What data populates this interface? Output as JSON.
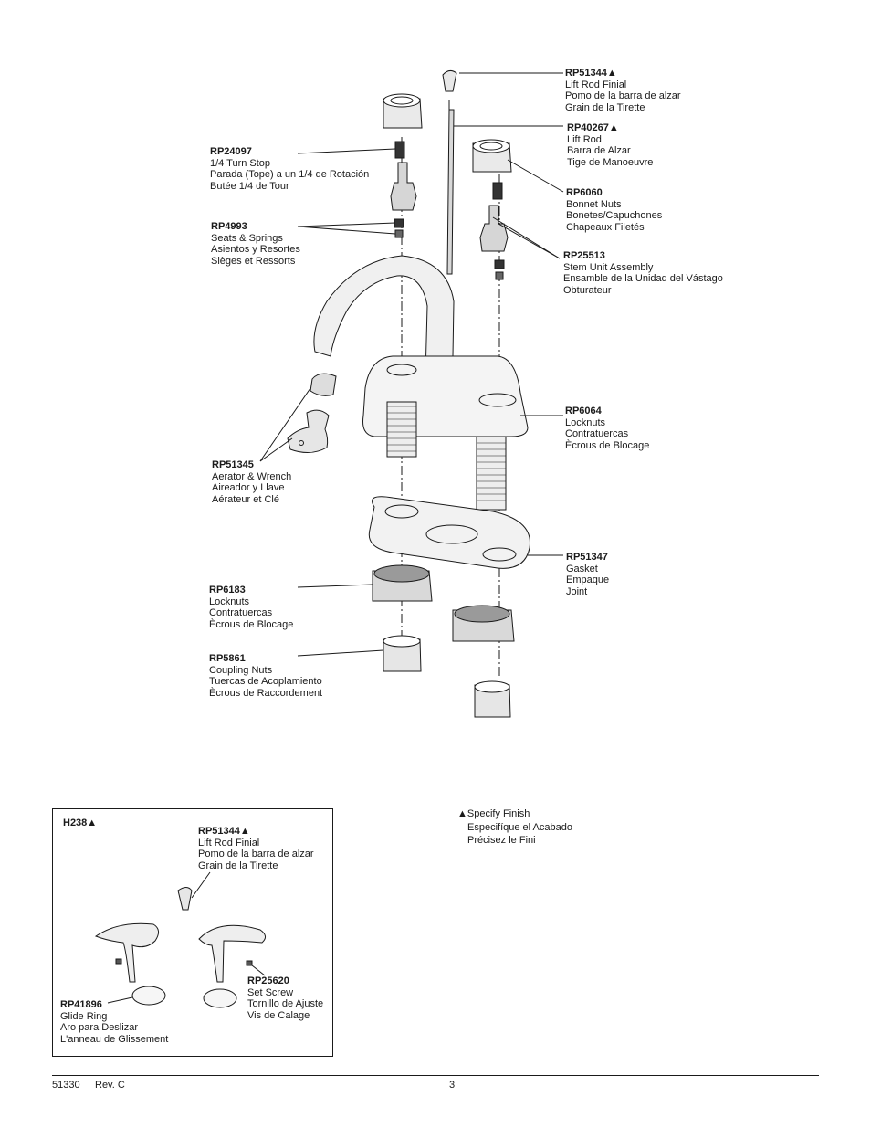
{
  "parts": {
    "rp51344": {
      "part_no": "RP51344▲",
      "en": "Lift Rod Finial",
      "es": "Pomo de la barra de alzar",
      "fr": "Grain de la Tirette"
    },
    "rp40267": {
      "part_no": "RP40267▲",
      "en": "Lift Rod",
      "es": "Barra de Alzar",
      "fr": "Tige de Manoeuvre"
    },
    "rp6060": {
      "part_no": "RP6060",
      "en": "Bonnet Nuts",
      "es": "Bonetes/Capuchones",
      "fr": "Chapeaux Filetés"
    },
    "rp25513": {
      "part_no": "RP25513",
      "en": "Stem Unit Assembly",
      "es": "Ensamble de la Unidad del Vástago",
      "fr": "Obturateur"
    },
    "rp24097": {
      "part_no": "RP24097",
      "en": "1/4 Turn Stop",
      "es": "Parada (Tope) a un 1/4 de Rotación",
      "fr": "Butée 1/4 de Tour"
    },
    "rp4993": {
      "part_no": "RP4993",
      "en": "Seats & Springs",
      "es": "Asientos y Resortes",
      "fr": "Sièges et Ressorts"
    },
    "rp6064": {
      "part_no": "RP6064",
      "en": "Locknuts",
      "es": "Contratuercas",
      "fr": "Ècrous de Blocage"
    },
    "rp51345": {
      "part_no": "RP51345",
      "en": "Aerator & Wrench",
      "es": "Aireador y Llave",
      "fr": "Aérateur et Clé"
    },
    "rp51347": {
      "part_no": "RP51347",
      "en": "Gasket",
      "es": "Empaque",
      "fr": "Joint"
    },
    "rp6183": {
      "part_no": "RP6183",
      "en": "Locknuts",
      "es": "Contratuercas",
      "fr": "Ècrous de Blocage"
    },
    "rp5861": {
      "part_no": "RP5861",
      "en": "Coupling Nuts",
      "es": "Tuercas de Acoplamiento",
      "fr": "Ècrous de Raccordement"
    }
  },
  "inset": {
    "title": "H238▲",
    "rp51344": {
      "part_no": "RP51344▲",
      "en": "Lift Rod Finial",
      "es": "Pomo de la barra de alzar",
      "fr": "Grain de la Tirette"
    },
    "rp25620": {
      "part_no": "RP25620",
      "en": "Set Screw",
      "es": "Tornillo de Ajuste",
      "fr": "Vis de Calage"
    },
    "rp41896": {
      "part_no": "RP41896",
      "en": "Glide Ring",
      "es": "Aro para Deslizar",
      "fr": "L'anneau de Glissement"
    }
  },
  "note": {
    "en": "▲Specify Finish",
    "es": "Especifíque el Acabado",
    "fr": "Précisez le Fini"
  },
  "footer": {
    "doc_no": "51330",
    "rev": "Rev. C",
    "page": "3"
  }
}
